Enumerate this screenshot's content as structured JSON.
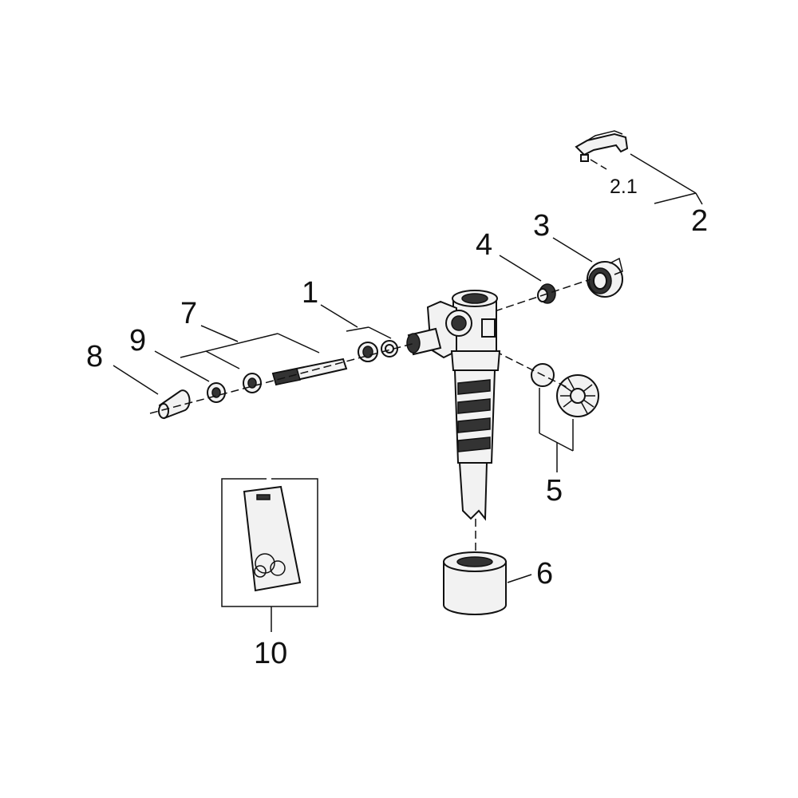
{
  "callouts": [
    {
      "id": "1",
      "label": "1"
    },
    {
      "id": "2",
      "label": "2"
    },
    {
      "id": "2.1",
      "label": "2.1"
    },
    {
      "id": "3",
      "label": "3"
    },
    {
      "id": "4",
      "label": "4"
    },
    {
      "id": "5",
      "label": "5"
    },
    {
      "id": "6",
      "label": "6"
    },
    {
      "id": "7",
      "label": "7"
    },
    {
      "id": "8",
      "label": "8"
    },
    {
      "id": "9",
      "label": "9"
    },
    {
      "id": "10",
      "label": "10"
    }
  ]
}
